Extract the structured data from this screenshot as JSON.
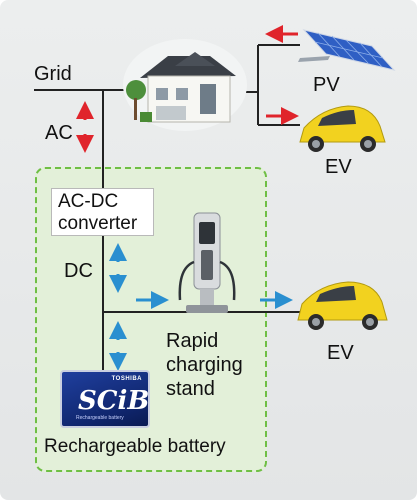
{
  "labels": {
    "grid": "Grid",
    "ac": "AC",
    "pv": "PV",
    "ev_top": "EV",
    "converter_line1": "AC-DC",
    "converter_line2": "converter",
    "dc": "DC",
    "stand_line1": "Rapid",
    "stand_line2": "charging",
    "stand_line3": "stand",
    "ev_bottom": "EV",
    "battery_caption": "Rechargeable battery"
  },
  "battery_logo": {
    "brand": "TOSHIBA",
    "logo": "SCiB",
    "sub": "Rechargeable battery"
  },
  "colors": {
    "ac_arrow": "#e0242b",
    "dc_arrow": "#2a8fd0",
    "dashed_border": "#6fbf44",
    "box_fill": "#e3f0d9",
    "ev_body": "#f2d21f",
    "solar_panel": "#3a6fd0"
  },
  "icons": [
    "house-icon",
    "solar-panel-icon",
    "ev-car-icon",
    "charging-stand-icon",
    "battery-icon"
  ]
}
